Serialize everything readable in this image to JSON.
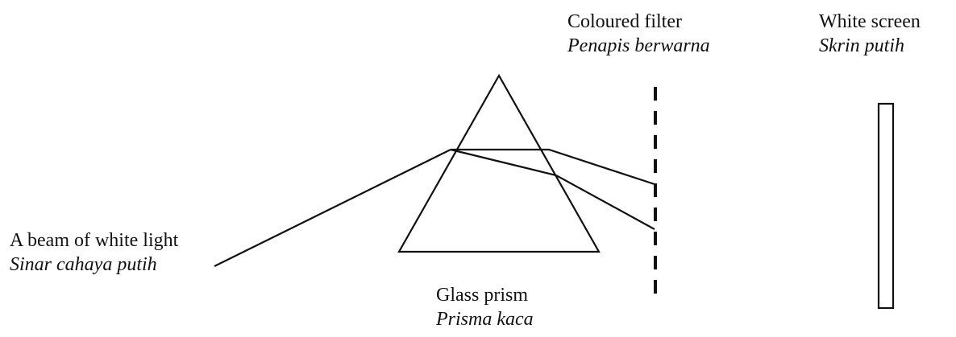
{
  "labels": {
    "light_beam": {
      "english": "A beam of white light",
      "malay": "Sinar cahaya putih"
    },
    "prism": {
      "english": "Glass prism",
      "malay": "Prisma kaca"
    },
    "filter": {
      "english": "Coloured filter",
      "malay": "Penapis berwarna"
    },
    "screen": {
      "english": "White screen",
      "malay": "Skrin putih"
    }
  },
  "colors": {
    "ink": "#111111",
    "background": "#ffffff"
  }
}
